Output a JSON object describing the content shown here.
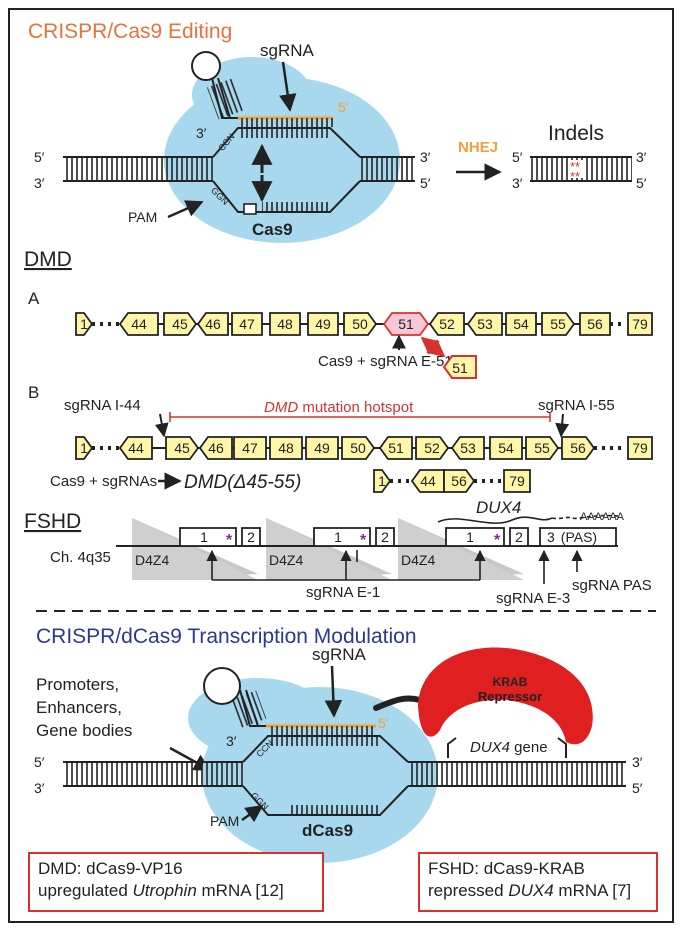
{
  "crispr_editing": {
    "title": "CRISPR/Cas9 Editing",
    "sgrna": "sgRNA",
    "five_prime": "5′",
    "three_prime": "3′",
    "ccn": "CCN",
    "ggn": "GGN",
    "pam": "PAM",
    "cas9": "Cas9",
    "nhej": "NHEJ",
    "indels": "Indels",
    "indel_marks": "**"
  },
  "dmd": {
    "heading": "DMD",
    "row_a": {
      "label": "A",
      "first_exon": "1",
      "exons": [
        "44",
        "45",
        "46",
        "47",
        "48",
        "49",
        "50",
        "51",
        "52",
        "53",
        "54",
        "55",
        "56"
      ],
      "last_exon": "79",
      "excised_exon": "51",
      "caption": "Cas9 + sgRNA E-51"
    },
    "row_b": {
      "label": "B",
      "sgrna_left": "sgRNA I-44",
      "sgrna_right": "sgRNA I-55",
      "hotspot_italic": "DMD",
      "hotspot_rest": " mutation hotspot",
      "first_exon": "1",
      "exons": [
        "44",
        "45",
        "46",
        "47",
        "48",
        "49",
        "50",
        "51",
        "52",
        "53",
        "54",
        "55",
        "56"
      ],
      "last_exon": "79",
      "caption": "Cas9 + sgRNAs",
      "result_italic": "DMD(Δ45-55)",
      "result_exons": [
        "1",
        "44",
        "56",
        "79"
      ]
    }
  },
  "fshd": {
    "heading": "FSHD",
    "locus": "Ch. 4q35",
    "dux4": "DUX4",
    "polya": "AAAAAA",
    "repeat_label": "D4Z4",
    "exon1": "1",
    "exon2": "2",
    "exon3": "3",
    "pas": "(PAS)",
    "star": "*",
    "sgrna_e1": "sgRNA E-1",
    "sgrna_e3": "sgRNA E-3",
    "sgrna_pas": "sgRNA PAS"
  },
  "crispr_modulation": {
    "title": "CRISPR/dCas9 Transcription Modulation",
    "targets": [
      "Promoters,",
      "Enhancers,",
      "Gene bodies"
    ],
    "sgrna": "sgRNA",
    "krab_line1": "KRAB",
    "krab_line2": "Repressor",
    "gene_italic": "DUX4",
    "gene_rest": " gene",
    "ccn": "CCN",
    "ggn": "GGN",
    "pam": "PAM",
    "dcas9": "dCas9",
    "five_prime": "5′",
    "three_prime": "3′"
  },
  "summary_boxes": {
    "dmd_line1": "DMD: dCas9-VP16",
    "dmd_line2_pre": "upregulated ",
    "dmd_line2_italic": "Utrophin",
    "dmd_line2_post": " mRNA [12]",
    "fshd_line1": "FSHD: dCas9-KRAB",
    "fshd_line2_pre": "repressed ",
    "fshd_line2_italic": "DUX4",
    "fshd_line2_post": " mRNA [7]"
  },
  "colors": {
    "orange_title": "#e8733a",
    "navy_title": "#2b3990",
    "cas9_blue": "#a8d8ee",
    "exon_yellow": "#fff6a8",
    "exon_pink": "#f7c7d7",
    "red": "#d8322f",
    "krab_red": "#e02020",
    "sgrna_orange": "#f0a040",
    "star_purple": "#8a2a8a"
  }
}
